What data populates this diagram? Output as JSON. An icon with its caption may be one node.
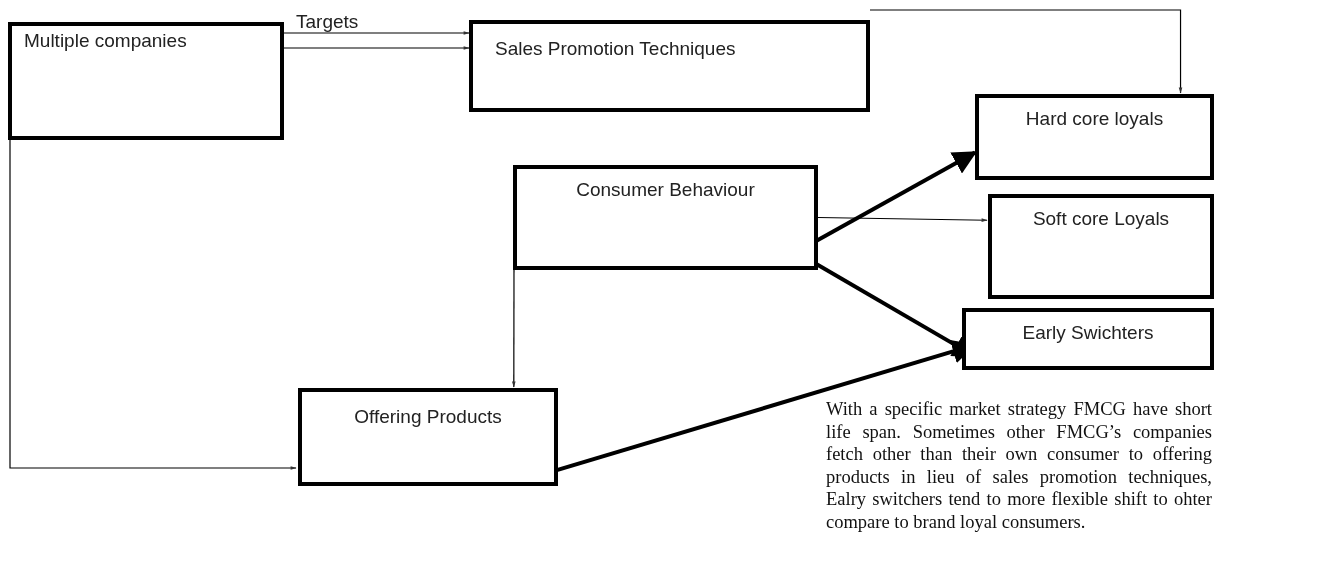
{
  "diagram": {
    "nodes": [
      {
        "text": [
          "Multiple companies"
        ]
      },
      {
        "text": [
          "Sales Promotion Techniques"
        ]
      },
      {
        "text": [
          "Consumer Behaviour"
        ]
      },
      {
        "text": [
          "Hard core loyals"
        ]
      },
      {
        "text": [
          "Soft core Loyals"
        ]
      },
      {
        "text": [
          "Early Swichters"
        ]
      },
      {
        "text": [
          "Offering Products"
        ]
      }
    ],
    "edges": [
      {
        "from": 0,
        "to": 1,
        "arrow": "to",
        "label": "Targets"
      },
      {
        "from": 0,
        "to": 1,
        "arrow": "to"
      },
      {
        "from": 1,
        "to": 3,
        "arrow": "to"
      },
      {
        "from": 0,
        "to": 6,
        "arrow": "to"
      },
      {
        "from": 2,
        "to": 3,
        "arrow": "to",
        "style": "thick"
      },
      {
        "from": 2,
        "to": 4,
        "arrow": "to"
      },
      {
        "from": 2,
        "to": 5,
        "arrow": "to",
        "style": "thick"
      },
      {
        "from": 6,
        "to": 5,
        "arrow": "to",
        "style": "thick"
      },
      {
        "from": 2,
        "to": 6,
        "arrow": "to"
      }
    ],
    "labels": [
      "With a specific market strategy FMCG have short life span. Sometimes other FMCG’s companies fetch other  than their own consumer to offering products in lieu of sales promotion techniques, Ealry switchers tend to more flexible shift to ohter compare to brand loyal consumers."
    ]
  }
}
